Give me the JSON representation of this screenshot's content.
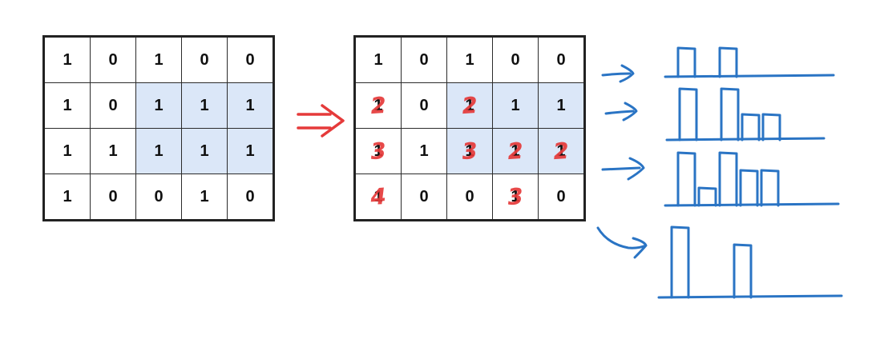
{
  "matrix_original": [
    [
      "1",
      "0",
      "1",
      "0",
      "0"
    ],
    [
      "1",
      "0",
      "1",
      "1",
      "1"
    ],
    [
      "1",
      "1",
      "1",
      "1",
      "1"
    ],
    [
      "1",
      "0",
      "0",
      "1",
      "0"
    ]
  ],
  "matrix_result": [
    [
      "1",
      "0",
      "1",
      "0",
      "0"
    ],
    [
      "1",
      "0",
      "1",
      "1",
      "1"
    ],
    [
      "1",
      "1",
      "1",
      "1",
      "1"
    ],
    [
      "1",
      "0",
      "0",
      "1",
      "0"
    ]
  ],
  "annotations": {
    "r1c0": "2",
    "r1c2": "2",
    "r2c0": "3",
    "r2c2": "3",
    "r2c3": "2",
    "r2c4": "2",
    "r3c0": "4",
    "r3c3": "3"
  },
  "histogram_heights": [
    [
      1,
      0,
      1,
      0,
      0
    ],
    [
      2,
      0,
      2,
      1,
      1
    ],
    [
      3,
      1,
      3,
      2,
      2
    ],
    [
      4,
      0,
      0,
      3,
      0
    ]
  ],
  "colors": {
    "highlight": "#dbe7f8",
    "red_ink": "#e53a3a",
    "blue_ink": "#2a74c4",
    "grid_line": "#2b2b2b"
  }
}
